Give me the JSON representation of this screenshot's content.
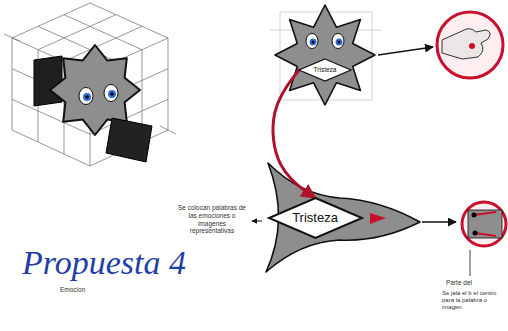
{
  "diagram": {
    "title": "Propuesta 4",
    "nodes": [
      {
        "text": [
          "Tristeza"
        ]
      },
      {
        "text": [
          "Tristeza"
        ]
      }
    ],
    "edges": [
      {
        "from": 0,
        "to": 1,
        "arrow": "to"
      }
    ],
    "labels": [
      "Emocion",
      "Se colocan palabras de las emociones o imagenes representativas",
      "Parte del",
      "Se jala el b el centro para la palabra o imagen."
    ]
  }
}
